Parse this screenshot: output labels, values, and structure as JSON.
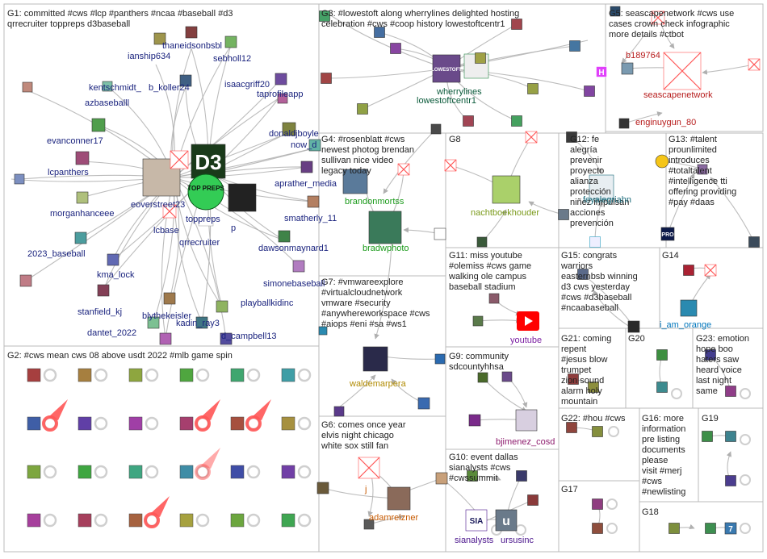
{
  "colors": {
    "border": "#bbbbbb",
    "edge": "#b0b0b0",
    "g1_label": "#1a237e",
    "g3_label": "#0a5a3a",
    "g4_label": "#1a9a1a",
    "g5_label": "#b71c1c",
    "g7_label": "#b08a00",
    "g8_label": "#7a9a1a",
    "g11_label": "#7b1fa2",
    "g14_label": "#0277bd",
    "g9_label": "#8e1c6e",
    "g10_label": "#4a148c",
    "g12_label": "#1a6a7a",
    "g6_label": "#c75a00"
  },
  "groups": [
    {
      "id": "g1",
      "label": "G1: committed #cws #lcp #panthers #ncaa #baseball #d3 qrrecruiter toppreps d3baseball"
    },
    {
      "id": "g2",
      "label": "G2: #cws mean cws 08 above usdt 2022 #mlb game spin"
    },
    {
      "id": "g3",
      "label": "G3: #lowestoft along wherrylines delighted hosting celebration #cws #coop history lowestoftcentr1"
    },
    {
      "id": "g4",
      "label": "G4: #rosenblatt #cws newest photog brendan sullivan nice video legacy today"
    },
    {
      "id": "g5",
      "label": "G5: seascapenetwork #cws use cases crown check infographic more details #ctbot"
    },
    {
      "id": "g6",
      "label": "G6: comes once year elvis night chicago white sox still fan"
    },
    {
      "id": "g7",
      "label": "G7: #vmwareexplore #virtualcloudnetwork vmware #security #anywhereworkspace #cws #aiops #eni #sa #ws1"
    },
    {
      "id": "g8",
      "label": "G8"
    },
    {
      "id": "g9",
      "label": "G9: community sdcountyhhsa"
    },
    {
      "id": "g10",
      "label": "G10: event dallas sianalysts #cws #cwssummit"
    },
    {
      "id": "g11",
      "label": "G11: miss youtube #olemiss #cws game walking ole campus baseball stadium"
    },
    {
      "id": "g12",
      "label": "G12: fe alegría prevenir proyecto alianza protección niñez impulsan acciones prevención"
    },
    {
      "id": "g13",
      "label": "G13: #talent prounlimited introduces #totaltalent #intelligence tti offering providing #pay #daas"
    },
    {
      "id": "g14",
      "label": "G14"
    },
    {
      "id": "g15",
      "label": "G15: congrats warriors easternbsb winning d3 cws yesterday #cws #d3baseball #ncaabaseball"
    },
    {
      "id": "g16",
      "label": "G16: more information pre listing documents please visit #merj #cws #newlisting"
    },
    {
      "id": "g17",
      "label": "G17"
    },
    {
      "id": "g18",
      "label": "G18"
    },
    {
      "id": "g19",
      "label": "G19"
    },
    {
      "id": "g20",
      "label": "G20"
    },
    {
      "id": "g21",
      "label": "G21: coming repent #jesus blow trumpet zion sound alarm holy mountain"
    },
    {
      "id": "g22",
      "label": "G22: #hou #cws"
    },
    {
      "id": "g23",
      "label": "G23: emotion hope boo haters saw heard voice last night same"
    }
  ],
  "nodes": [
    {
      "g": "g1",
      "label": "thaneidsonbsbl"
    },
    {
      "g": "g1",
      "label": "ianship634"
    },
    {
      "g": "g1",
      "label": "sebholl12"
    },
    {
      "g": "g1",
      "label": "kentschmidt_"
    },
    {
      "g": "g1",
      "label": "b_koller24"
    },
    {
      "g": "g1",
      "label": "isaacgriff20"
    },
    {
      "g": "g1",
      "label": "taprofileapp"
    },
    {
      "g": "g1",
      "label": "azbaseballl"
    },
    {
      "g": "g1",
      "label": "donaldjboyle"
    },
    {
      "g": "g1",
      "label": "evanconner17"
    },
    {
      "g": "g1",
      "label": "now_d"
    },
    {
      "g": "g1",
      "label": "lcpanthers"
    },
    {
      "g": "g1",
      "label": "aprather_media"
    },
    {
      "g": "g1",
      "label": "eoverstreet23"
    },
    {
      "g": "g1",
      "label": "morganhanceee"
    },
    {
      "g": "g1",
      "label": "lcbase"
    },
    {
      "g": "g1",
      "label": "toppreps"
    },
    {
      "g": "g1",
      "label": "smatherly_11"
    },
    {
      "g": "g1",
      "label": "qrrecruiter"
    },
    {
      "g": "g1",
      "label": "p"
    },
    {
      "g": "g1",
      "label": "dawsonmaynard1"
    },
    {
      "g": "g1",
      "label": "2023_baseball"
    },
    {
      "g": "g1",
      "label": "kma_lock"
    },
    {
      "g": "g1",
      "label": "simonebaseball"
    },
    {
      "g": "g1",
      "label": "stanfield_kj"
    },
    {
      "g": "g1",
      "label": "blythekeisler"
    },
    {
      "g": "g1",
      "label": "playballkidinc"
    },
    {
      "g": "g1",
      "label": "kadin_ray3"
    },
    {
      "g": "g1",
      "label": "dantet_2022"
    },
    {
      "g": "g1",
      "label": "d_campbell13"
    },
    {
      "g": "g3",
      "label": "wherrylines"
    },
    {
      "g": "g3",
      "label": "lowestoftcentr1"
    },
    {
      "g": "g4",
      "label": "brandonmortss"
    },
    {
      "g": "g4",
      "label": "bradwphoto"
    },
    {
      "g": "g5",
      "label": "b189764"
    },
    {
      "g": "g5",
      "label": "seascapenetwork"
    },
    {
      "g": "g5",
      "label": "enginuygun_80"
    },
    {
      "g": "g6",
      "label": "j"
    },
    {
      "g": "g6",
      "label": "adamreizner"
    },
    {
      "g": "g7",
      "label": "waldemarpera"
    },
    {
      "g": "g8",
      "label": "nachtboekhouder"
    },
    {
      "g": "g9",
      "label": "bjimenez_cosd"
    },
    {
      "g": "g10",
      "label": "sianalysts"
    },
    {
      "g": "g10",
      "label": "ursusinc"
    },
    {
      "g": "g11",
      "label": "youtube"
    },
    {
      "g": "g12",
      "label": "feyalegriahn"
    },
    {
      "g": "g14",
      "label": "i_am_orange"
    }
  ],
  "logos": {
    "d3": "D3",
    "toppreps": "TOP PREPS",
    "pro": "PRO",
    "sia": "SIA",
    "ursus": "u",
    "seven": "7",
    "wherry_sign": "LOWESTOFT",
    "h_tile": "H"
  }
}
